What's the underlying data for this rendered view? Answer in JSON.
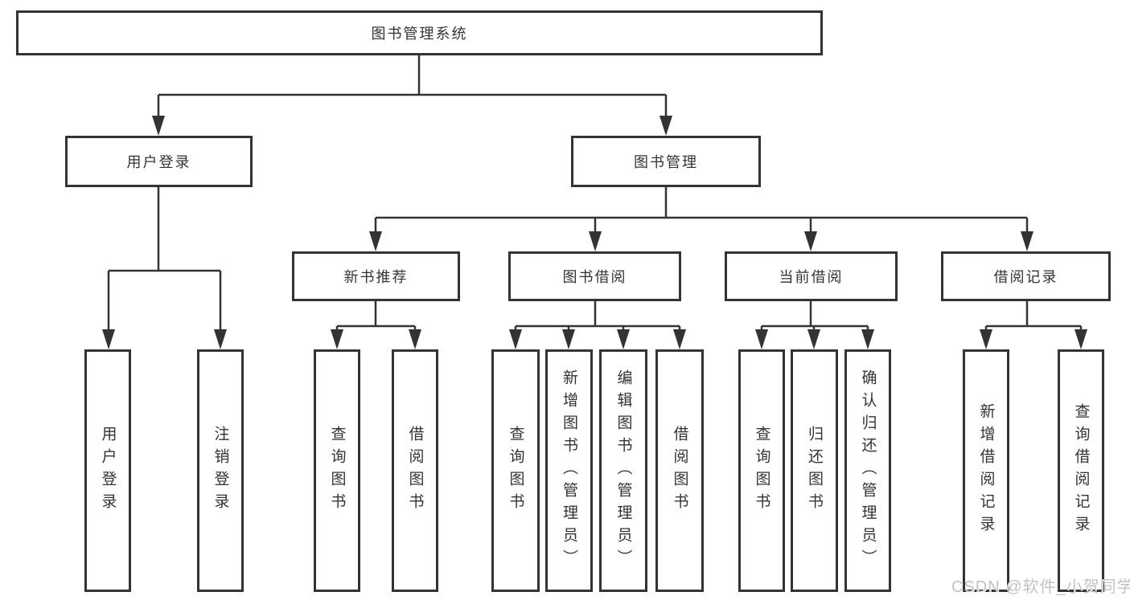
{
  "diagram": {
    "title": "图书管理系统",
    "nodes": [
      {
        "id": "root",
        "label": "图书管理系统",
        "parent": null
      },
      {
        "id": "user-login",
        "label": "用户登录",
        "parent": "root"
      },
      {
        "id": "book-management",
        "label": "图书管理",
        "parent": "root"
      },
      {
        "id": "new-book-recommend",
        "label": "新书推荐",
        "parent": "book-management"
      },
      {
        "id": "book-borrowing",
        "label": "图书借阅",
        "parent": "book-management"
      },
      {
        "id": "current-borrowing",
        "label": "当前借阅",
        "parent": "book-management"
      },
      {
        "id": "borrowing-records",
        "label": "借阅记录",
        "parent": "book-management"
      },
      {
        "id": "user-login-action",
        "label": "用户登录",
        "parent": "user-login"
      },
      {
        "id": "logout",
        "label": "注销登录",
        "parent": "user-login"
      },
      {
        "id": "nbr-query-books",
        "label": "查询图书",
        "parent": "new-book-recommend"
      },
      {
        "id": "nbr-borrow-books",
        "label": "借阅图书",
        "parent": "new-book-recommend"
      },
      {
        "id": "bb-query-books",
        "label": "查询图书",
        "parent": "book-borrowing"
      },
      {
        "id": "bb-add-books-admin",
        "label": "新增图书（管理员）",
        "parent": "book-borrowing"
      },
      {
        "id": "bb-edit-books-admin",
        "label": "编辑图书（管理员）",
        "parent": "book-borrowing"
      },
      {
        "id": "bb-borrow-books",
        "label": "借阅图书",
        "parent": "book-borrowing"
      },
      {
        "id": "cb-query-books",
        "label": "查询图书",
        "parent": "current-borrowing"
      },
      {
        "id": "cb-return-books",
        "label": "归还图书",
        "parent": "current-borrowing"
      },
      {
        "id": "cb-confirm-return-admin",
        "label": "确认归还（管理员）",
        "parent": "current-borrowing"
      },
      {
        "id": "br-add-record",
        "label": "新增借阅记录",
        "parent": "borrowing-records"
      },
      {
        "id": "br-query-record",
        "label": "查询借阅记录",
        "parent": "borrowing-records"
      }
    ]
  },
  "watermark": {
    "text": "CSDN @软件_小贺同学"
  },
  "colors": {
    "line": "#333333",
    "box_border": "#333333",
    "text": "#333333",
    "watermark": "#c2c2c2",
    "background": "#ffffff"
  }
}
